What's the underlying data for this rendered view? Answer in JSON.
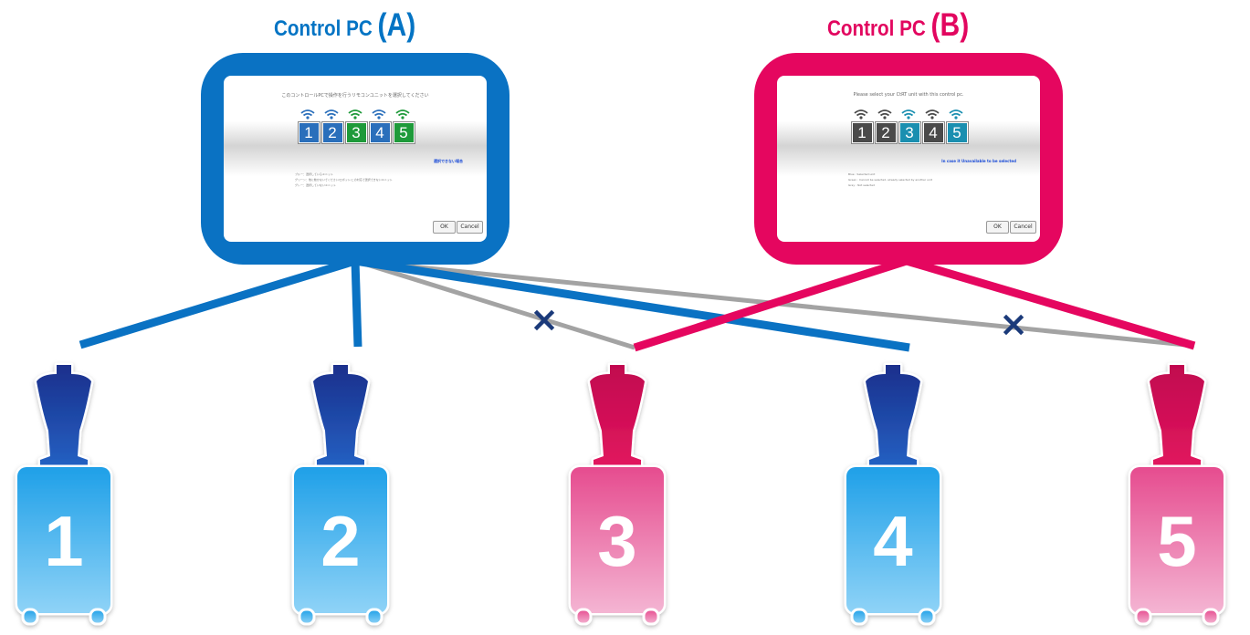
{
  "pc_a": {
    "title_text": "Control PC ",
    "title_letter": "(A)",
    "color": "#0474c4",
    "dialog": {
      "prompt": "このコントロールPCで操作を行うリモコンユニットを選択してください",
      "tiles": [
        "1",
        "2",
        "3",
        "4",
        "5"
      ],
      "tile_colors": [
        "#2a6fbb",
        "#2a6fbb",
        "#1e9a3a",
        "#2a6fbb",
        "#1e9a3a"
      ],
      "warning": "選択できない場合",
      "legend": [
        "ブルー：選択しているユニット",
        "グリーン：他に動かないでください/ロボット/この対応で選択できないユニット",
        "グレー：選択していないユニット"
      ],
      "ok_label": "OK",
      "cancel_label": "Cancel"
    }
  },
  "pc_b": {
    "title_text": "Control PC ",
    "title_letter": "(B)",
    "color": "#e2065f",
    "dialog": {
      "prompt": "Please select your CtRT unit with this control pc.",
      "tiles": [
        "1",
        "2",
        "3",
        "4",
        "5"
      ],
      "tile_colors": [
        "#4a4a4a",
        "#4a4a4a",
        "#1a8fb0",
        "#4a4a4a",
        "#1a8fb0"
      ],
      "warning": "In case it Unavailable to be selected",
      "legend": [
        "Blue : Selected unit",
        "Green : Cannot be selected, already selected by another unit",
        "Gray : Not selected"
      ],
      "ok_label": "OK",
      "cancel_label": "Cancel"
    }
  },
  "units": [
    {
      "number": "1",
      "owner": "A",
      "color": "blue"
    },
    {
      "number": "2",
      "owner": "A",
      "color": "blue"
    },
    {
      "number": "3",
      "owner": "B",
      "color": "pink"
    },
    {
      "number": "4",
      "owner": "A",
      "color": "blue"
    },
    {
      "number": "5",
      "owner": "B",
      "color": "pink"
    }
  ],
  "connections": [
    {
      "from": "A",
      "to": "1",
      "status": "connected"
    },
    {
      "from": "A",
      "to": "2",
      "status": "connected"
    },
    {
      "from": "A",
      "to": "3",
      "status": "blocked"
    },
    {
      "from": "A",
      "to": "4",
      "status": "connected"
    },
    {
      "from": "A",
      "to": "5",
      "status": "blocked"
    },
    {
      "from": "B",
      "to": "3",
      "status": "connected"
    },
    {
      "from": "B",
      "to": "5",
      "status": "connected"
    }
  ],
  "colors": {
    "blue": "#0a72c3",
    "pink": "#e5065f",
    "blocked_line": "#a3a3a3",
    "cross_mark": "#1b3a7a"
  },
  "blocked_mark": "×"
}
